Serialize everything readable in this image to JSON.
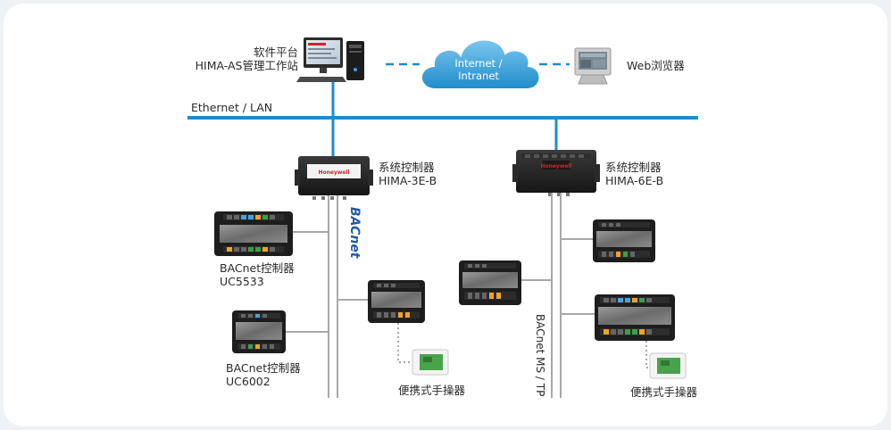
{
  "network": {
    "ethernet_label": "Ethernet / LAN",
    "bacnet_ms_tp_label": "BACnet  MS / TP",
    "bacnet_logo_text": "BACnet"
  },
  "cloud": {
    "line1": "Internet /",
    "line2": "Intranet"
  },
  "workstation": {
    "line1": "软件平台",
    "line2": "HIMA-AS管理工作站"
  },
  "web_browser": {
    "label": "Web浏览器"
  },
  "controller_left": {
    "line1": "系统控制器",
    "line2": "HIMA-3E-B",
    "brand": "Honeywell"
  },
  "controller_right": {
    "line1": "系统控制器",
    "line2": "HIMA-6E-B",
    "brand": "Honeywell"
  },
  "uc5533": {
    "line1": "BACnet控制器",
    "line2": "UC5533"
  },
  "uc6002": {
    "line1": "BACnet控制器",
    "line2": "UC6002"
  },
  "handheld_left": {
    "label": "便携式手操器"
  },
  "handheld_right": {
    "label": "便携式手操器"
  },
  "colors": {
    "bus": "#1e8ccb",
    "cable": "#a8a8a8",
    "cloud": "#2a9fd8",
    "brand_red": "#d2232a"
  }
}
